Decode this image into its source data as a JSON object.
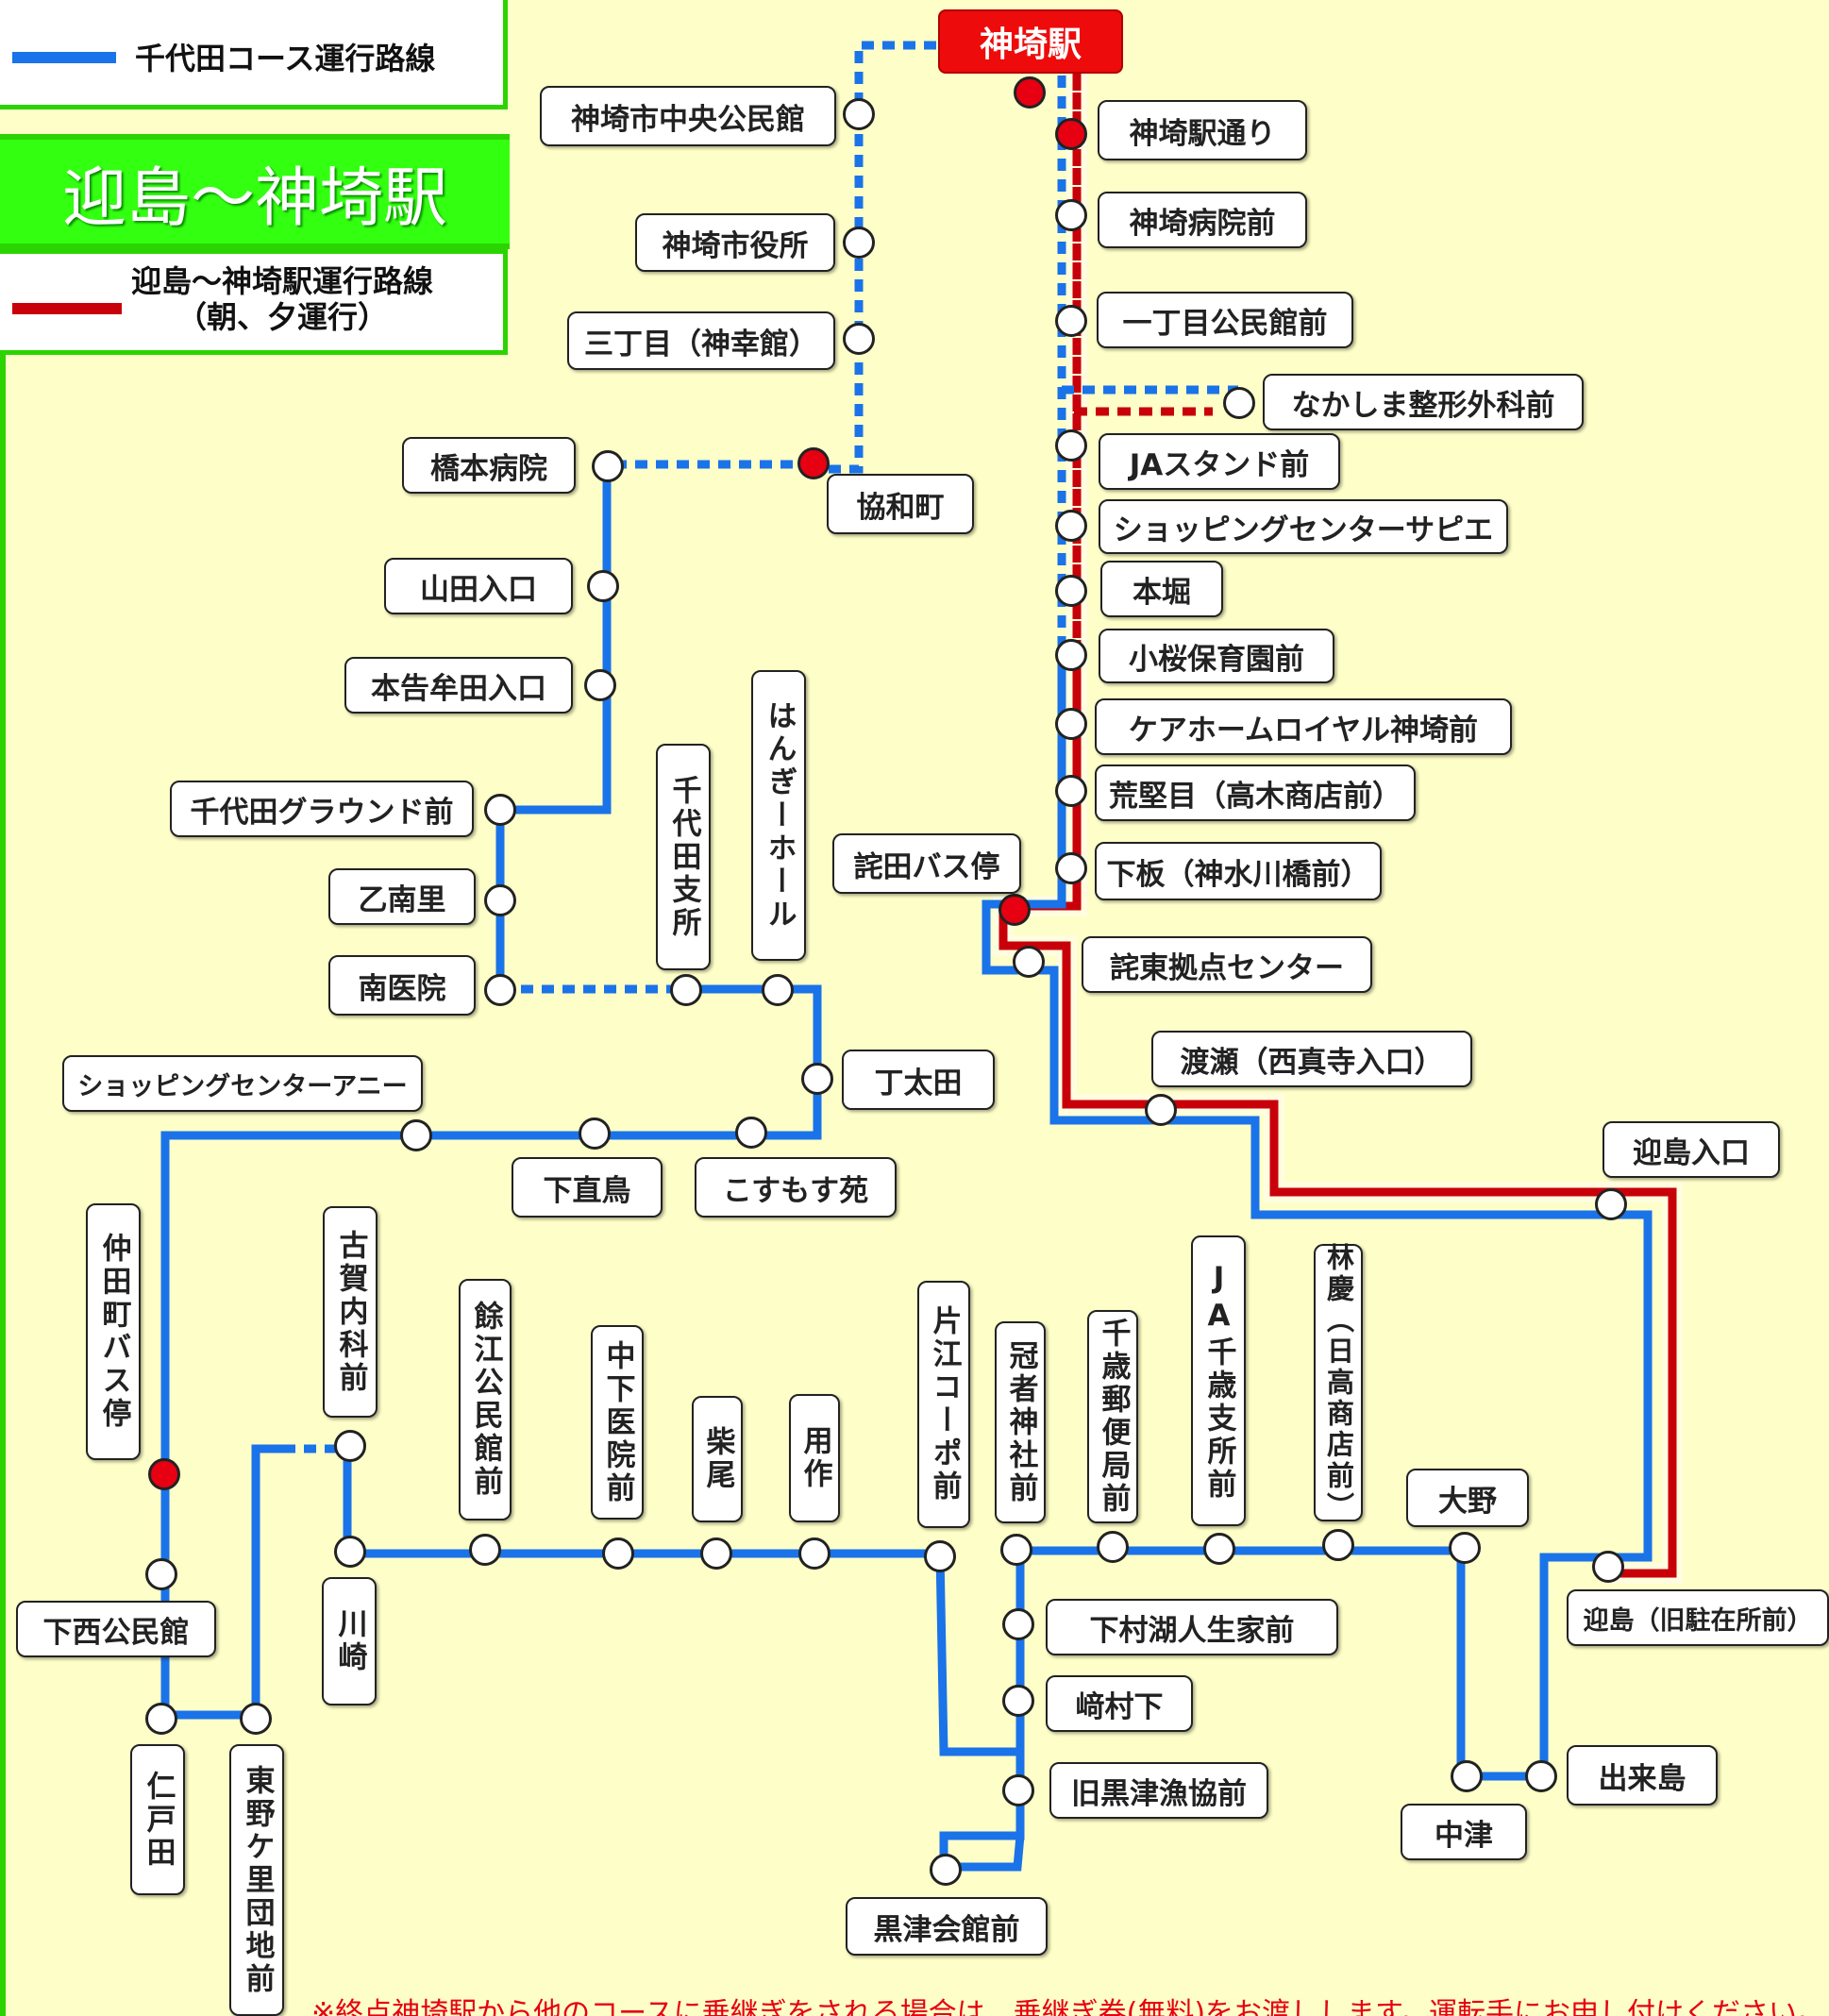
{
  "legend": {
    "blue_route": "千代田コース運行路線",
    "red_route_line1": "迎島～神埼駅運行路線",
    "red_route_line2": "（朝、夕運行）",
    "blue_color": "#1a73e8",
    "red_color": "#c8000a"
  },
  "route_title": "迎島～神埼駅",
  "terminal": "神埼駅",
  "stations": {
    "kanzaki_eki_dori": "神埼駅通り",
    "kanzaki_byoin_mae": "神埼病院前",
    "itchome_kominkan": "一丁目公民館前",
    "nakashima_seikei": "なかしま整形外科前",
    "ja_stand": "JAスタンド前",
    "sc_sapie": "ショッピングセンターサピエ",
    "honbori": "本堀",
    "kozakura": "小桜保育園前",
    "care_home": "ケアホームロイヤル神埼前",
    "aragatame": "荒堅目（高木商店前）",
    "shimoita": "下板（神水川橋前）",
    "takuta_bus": "詫田バス停",
    "takuto_kyoten": "詫東拠点センター",
    "watase": "渡瀬（西真寺入口）",
    "mukaejima_iriguchi": "迎島入口",
    "mukaejima_kyu": "迎島（旧駐在所前）",
    "dekishima": "出来島",
    "nakatsu": "中津",
    "ono": "大野",
    "rinkei": "林慶（日高商店前）",
    "ja_chitose": "JA千歳支所前",
    "chitose_yubin": "千歳郵便局前",
    "kanmuri_jinja": "冠者神社前",
    "shimomura_ko": "下村湖人生家前",
    "sakimura_shita": "﨑村下",
    "kyu_kurotsu": "旧黒津漁協前",
    "kurotsu_kaikan": "黒津会館前",
    "katae_kopo": "片江コーポ前",
    "yosaku": "用作",
    "shibao": "柴尾",
    "naka_shimo_iin": "中下医院前",
    "yoe_kominkan": "餘江公民館前",
    "kawasaki": "川崎",
    "koga_naika": "古賀内科前",
    "higashi_nogasato": "東野ケ里団地前",
    "nieda": "仁戸田",
    "shimonishi": "下西公民館",
    "nakatamachi_bus": "仲田町バス停",
    "sc_ani": "ショッピングセンターアニー",
    "shimo_naoshima": "下直鳥",
    "kosumosu": "こすもす苑",
    "chotaida": "丁太田",
    "hangi_hall": "はんぎーホール",
    "chiyoda_shisho": "千代田支所",
    "minami_iin": "南医院",
    "otsunanri": "乙南里",
    "chiyoda_ground": "千代田グラウンド前",
    "honkomuta": "本告牟田入口",
    "yamada": "山田入口",
    "hashimoto": "橋本病院",
    "kyowamachi": "協和町",
    "sanchome": "三丁目（神幸館）",
    "shiyakusho": "神埼市役所",
    "chuo_kominkan": "神埼市中央公民館"
  },
  "footer_note": "※終点神埼駅から他のコースに乗継ぎをされる場合は、乗継ぎ券(無料)をお渡しします。運転手にお申し付けください。"
}
